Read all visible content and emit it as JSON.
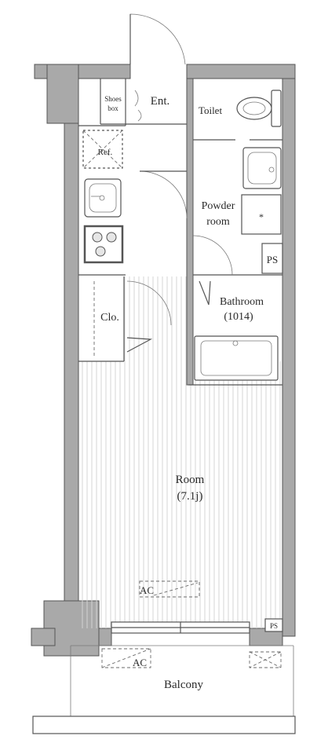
{
  "rooms": {
    "shoes_box_line1": "Shoes",
    "shoes_box_line2": "box",
    "entrance": "Ent.",
    "toilet": "Toilet",
    "refrigerator": "Ref.",
    "powder_room_line1": "Powder",
    "powder_room_line2": "room",
    "washer_mark": "*",
    "pipe_space": "PS",
    "bathroom_line1": "Bathroom",
    "bathroom_line2": "(1014)",
    "closet": "Clo.",
    "room_line1": "Room",
    "room_line2": "(7.1j)",
    "aircon_indoor": "AC",
    "aircon_outdoor": "AC",
    "pipe_space_small": "PS",
    "balcony": "Balcony"
  },
  "colors": {
    "wall": "#a9a9a9",
    "line": "#555555",
    "floor_stripe": "#d4d4d4"
  }
}
